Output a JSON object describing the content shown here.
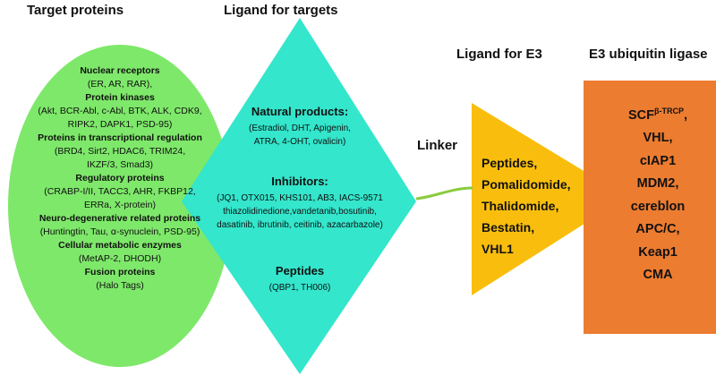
{
  "headers": {
    "target_proteins": "Target proteins",
    "ligand_for_targets": "Ligand for targets",
    "ligand_for_e3": "Ligand for E3",
    "e3_ligase": "E3 ubiquitin ligase"
  },
  "colors": {
    "ellipse": "#7ee86a",
    "diamond": "#33e6cc",
    "triangle": "#f9be0d",
    "rect": "#ec7c30",
    "linker": "#8acb3c"
  },
  "target_proteins": [
    {
      "category": "Nuclear receptors",
      "examples": [
        "(ER, AR, RAR),"
      ]
    },
    {
      "category": "Protein kinases",
      "examples": [
        "(Akt, BCR-Abl, c-Abl, BTK, ALK, CDK9,",
        "RIPK2, DAPK1, PSD-95)"
      ]
    },
    {
      "category": "Proteins in transcriptional regulation",
      "examples": [
        "(BRD4, Sirt2, HDAC6, TRIM24,",
        "IKZF/3,   Smad3)"
      ]
    },
    {
      "category": "Regulatory proteins",
      "examples": [
        "(CRABP-I/II, TACC3, AHR, FKBP12,",
        "ERRa, X-protein)"
      ]
    },
    {
      "category": "Neuro-degenerative related proteins",
      "examples": [
        "(Huntingtin, Tau, α-synuclein, PSD-95)"
      ]
    },
    {
      "category": "Cellular metabolic enzymes",
      "examples": [
        "(MetAP-2, DHODH)"
      ]
    },
    {
      "category": "Fusion proteins",
      "examples": [
        "(Halo Tags)"
      ]
    }
  ],
  "ligands": {
    "natural_products": {
      "category": "Natural products:",
      "examples": [
        "(Estradiol, DHT, Apigenin,",
        "ATRA, 4-OHT, ovalicin)"
      ]
    },
    "inhibitors": {
      "category": "Inhibitors:",
      "examples": [
        "(JQ1, OTX015, KHS101, AB3, IACS-9571",
        "thiazolidinedione,vandetanib,bosutinib,",
        "dasatinib, ibrutinib, ceitinib, azacarbazole)"
      ]
    },
    "peptides": {
      "category": "Peptides",
      "examples": [
        "(QBP1, TH006)"
      ]
    }
  },
  "linker": "Linker",
  "e3_ligands": [
    "Peptides,",
    "Pomalidomide,",
    "Thalidomide,",
    "Bestatin,",
    "VHL1"
  ],
  "e3_ligases": {
    "scf_base": "SCF",
    "scf_sup": "β-TRCP",
    "scf_tail": ",",
    "items": [
      "VHL,",
      "cIAP1",
      "MDM2,",
      "cereblon",
      "APC/C,",
      "Keap1",
      "CMA"
    ]
  }
}
